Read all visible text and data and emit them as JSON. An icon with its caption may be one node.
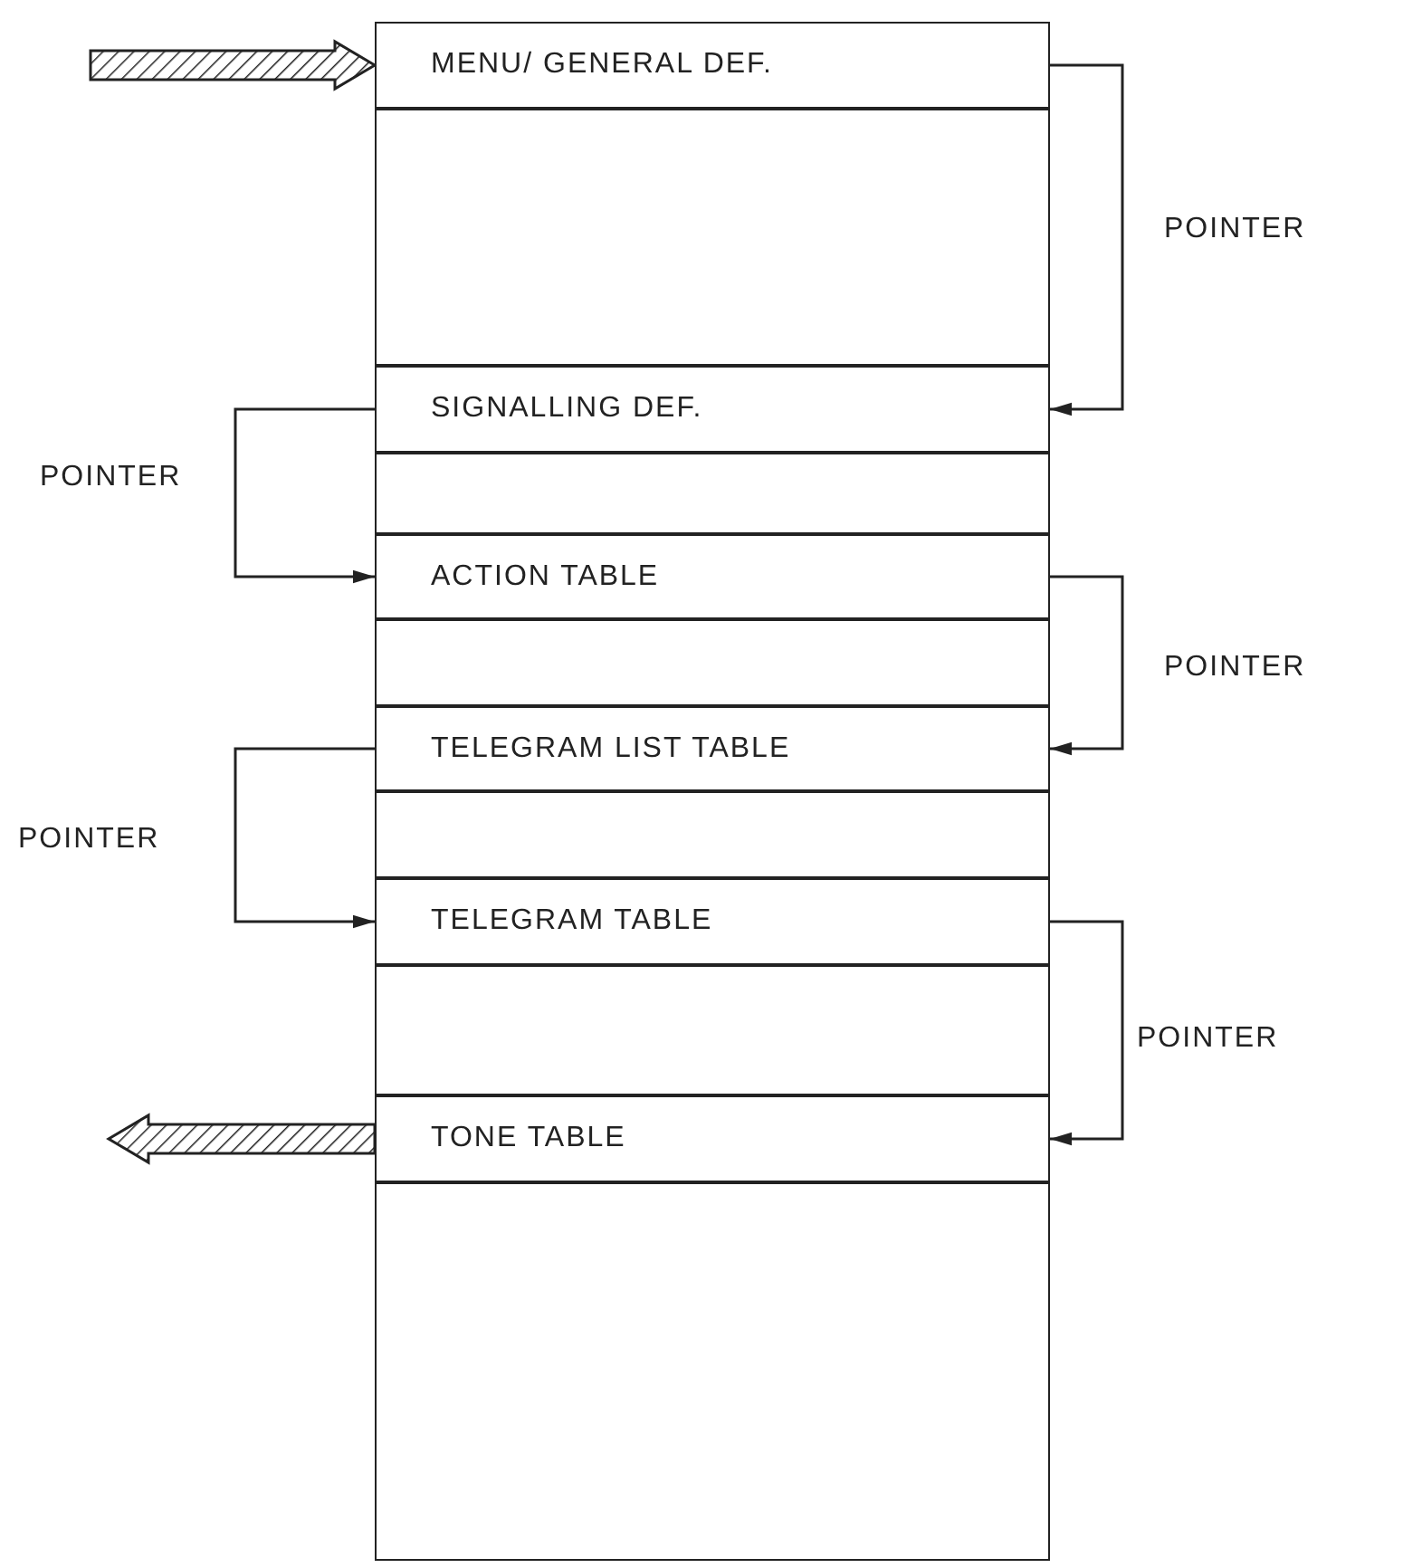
{
  "diagram": {
    "nodes": [
      {
        "text": [
          "MENU/ GENERAL DEF."
        ]
      },
      {
        "text": [],
        "shape": "box"
      },
      {
        "text": [
          "SIGNALLING DEF."
        ]
      },
      {
        "text": [],
        "shape": "box"
      },
      {
        "text": [
          "ACTION TABLE"
        ]
      },
      {
        "text": [],
        "shape": "box"
      },
      {
        "text": [
          "TELEGRAM LIST TABLE"
        ]
      },
      {
        "text": [],
        "shape": "box"
      },
      {
        "text": [
          "TELEGRAM TABLE"
        ]
      },
      {
        "text": [],
        "shape": "box"
      },
      {
        "text": [
          "TONE TABLE"
        ]
      },
      {
        "text": [],
        "shape": "box"
      }
    ],
    "edges": [
      {
        "from": null,
        "to": 0,
        "arrow": "to",
        "style": "thick"
      },
      {
        "from": 0,
        "to": 2,
        "arrow": "to",
        "label": "POINTER"
      },
      {
        "from": 2,
        "to": 4,
        "arrow": "to",
        "label": "POINTER"
      },
      {
        "from": 4,
        "to": 6,
        "arrow": "to",
        "label": "POINTER"
      },
      {
        "from": 6,
        "to": 8,
        "arrow": "to",
        "label": "POINTER"
      },
      {
        "from": 8,
        "to": 10,
        "arrow": "to",
        "label": "POINTER"
      },
      {
        "from": 10,
        "to": null,
        "arrow": "to",
        "style": "thick"
      }
    ]
  }
}
